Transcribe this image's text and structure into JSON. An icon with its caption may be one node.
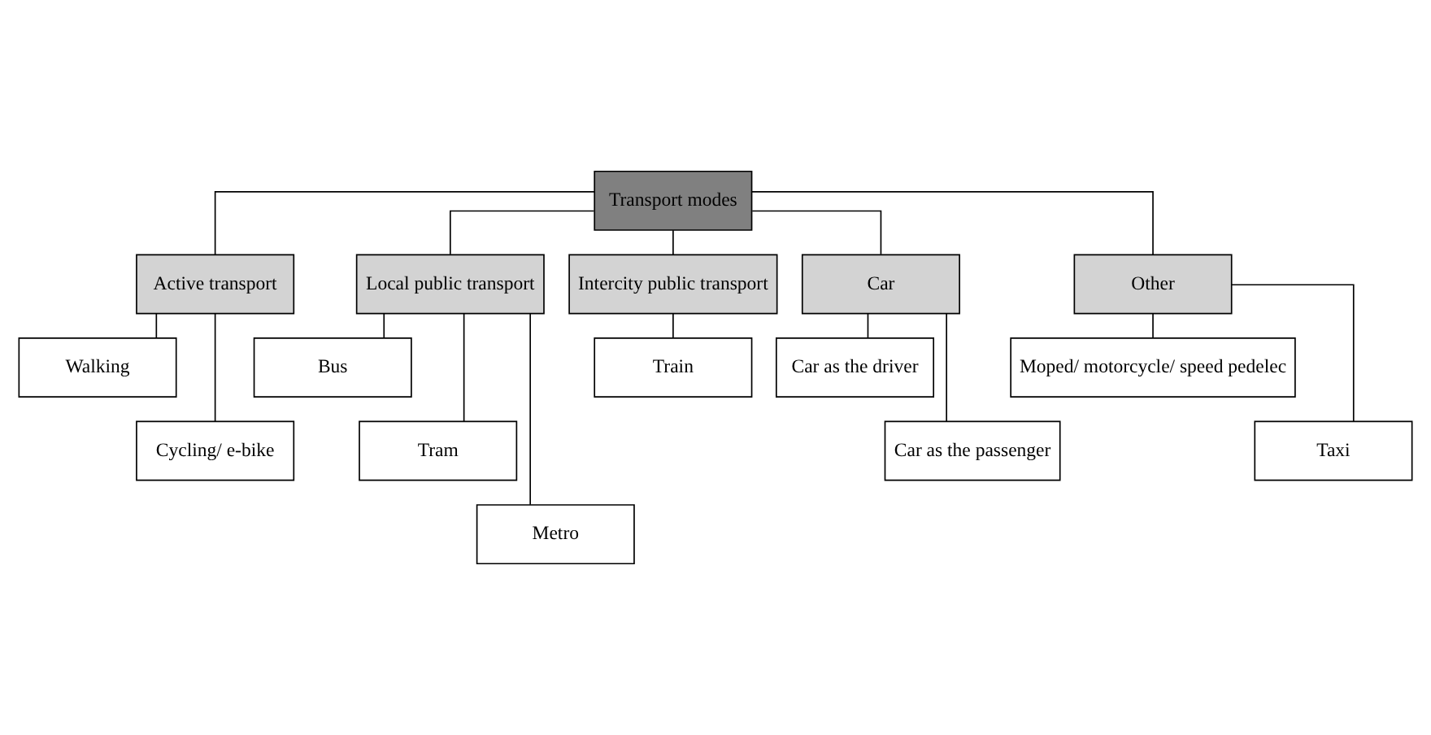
{
  "diagram": {
    "nodes": [
      {
        "text": [
          "Transport modes"
        ]
      },
      {
        "text": [
          "Active transport"
        ]
      },
      {
        "text": [
          "Local public transport"
        ]
      },
      {
        "text": [
          "Intercity public transport"
        ]
      },
      {
        "text": [
          "Car"
        ]
      },
      {
        "text": [
          "Other"
        ]
      },
      {
        "text": [
          "Walking"
        ]
      },
      {
        "text": [
          "Cycling/ e-bike"
        ]
      },
      {
        "text": [
          "Bus"
        ]
      },
      {
        "text": [
          "Tram"
        ]
      },
      {
        "text": [
          "Metro"
        ]
      },
      {
        "text": [
          "Train"
        ]
      },
      {
        "text": [
          "Car as the driver"
        ]
      },
      {
        "text": [
          "Car as the passenger"
        ]
      },
      {
        "text": [
          "Moped/ motorcycle/ speed pedelec"
        ]
      },
      {
        "text": [
          "Taxi"
        ]
      }
    ],
    "edges": [
      {
        "from": 0,
        "to": 1,
        "arrow": "none"
      },
      {
        "from": 0,
        "to": 2,
        "arrow": "none"
      },
      {
        "from": 0,
        "to": 3,
        "arrow": "none"
      },
      {
        "from": 0,
        "to": 4,
        "arrow": "none"
      },
      {
        "from": 0,
        "to": 5,
        "arrow": "none"
      },
      {
        "from": 1,
        "to": 6,
        "arrow": "none"
      },
      {
        "from": 1,
        "to": 7,
        "arrow": "none"
      },
      {
        "from": 2,
        "to": 8,
        "arrow": "none"
      },
      {
        "from": 2,
        "to": 9,
        "arrow": "none"
      },
      {
        "from": 2,
        "to": 10,
        "arrow": "none"
      },
      {
        "from": 3,
        "to": 11,
        "arrow": "none"
      },
      {
        "from": 4,
        "to": 12,
        "arrow": "none"
      },
      {
        "from": 4,
        "to": 13,
        "arrow": "none"
      },
      {
        "from": 5,
        "to": 14,
        "arrow": "none"
      },
      {
        "from": 5,
        "to": 15,
        "arrow": "none"
      }
    ]
  }
}
